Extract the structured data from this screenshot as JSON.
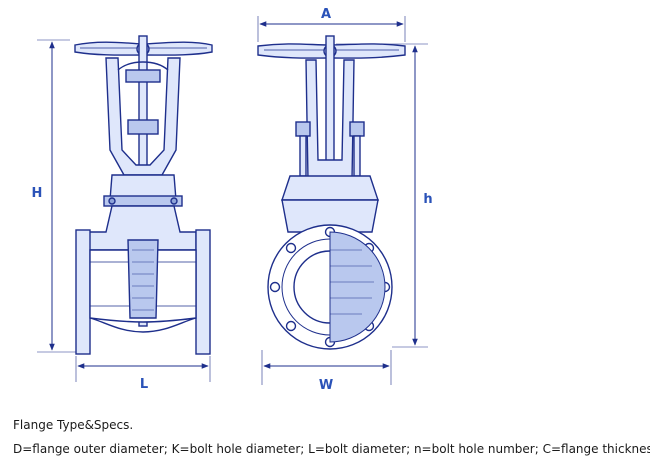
{
  "diagram": {
    "labels": {
      "a": "A",
      "h_upper": "H",
      "h_lower": "h",
      "l": "L",
      "w": "W"
    },
    "colors": {
      "line": "#1e2f8c",
      "label": "#2a52b8",
      "fill_light": "#dfe7fb",
      "fill_mid": "#b9c8ee",
      "fill_dark": "#8ea3d8"
    }
  },
  "caption": {
    "line1": "Flange Type&Specs.",
    "line2": "D=flange outer diameter; K=bolt hole diameter; L=bolt diameter; n=bolt hole number; C=flange thickness"
  }
}
